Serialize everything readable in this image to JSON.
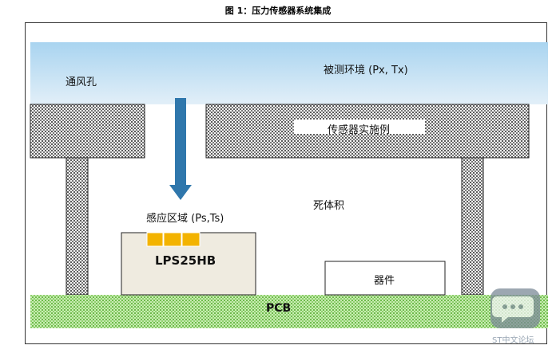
{
  "caption": "图 1：压力传感器系统集成",
  "labels": {
    "vent": "通风孔",
    "environment": "被测环境 (Px, Tx)",
    "sensor_example": "传感器实施例",
    "dead_volume": "死体积",
    "sensing_area": "感应区域 (Ps,Ts)",
    "chip": "LPS25HB",
    "device": "器件",
    "pcb": "PCB"
  },
  "watermark": "ST中文论坛",
  "colors": {
    "environment_top": "#a9d4f0",
    "environment_bottom": "#dcecf7",
    "arrow": "#2f77ac",
    "pcb": "#9bd77a",
    "chip_body": "#efebe0",
    "sensing_pads": "#f3b300",
    "hatch": "#555555"
  },
  "icons": [
    "down-arrow-icon",
    "chat-bubble-icon"
  ]
}
